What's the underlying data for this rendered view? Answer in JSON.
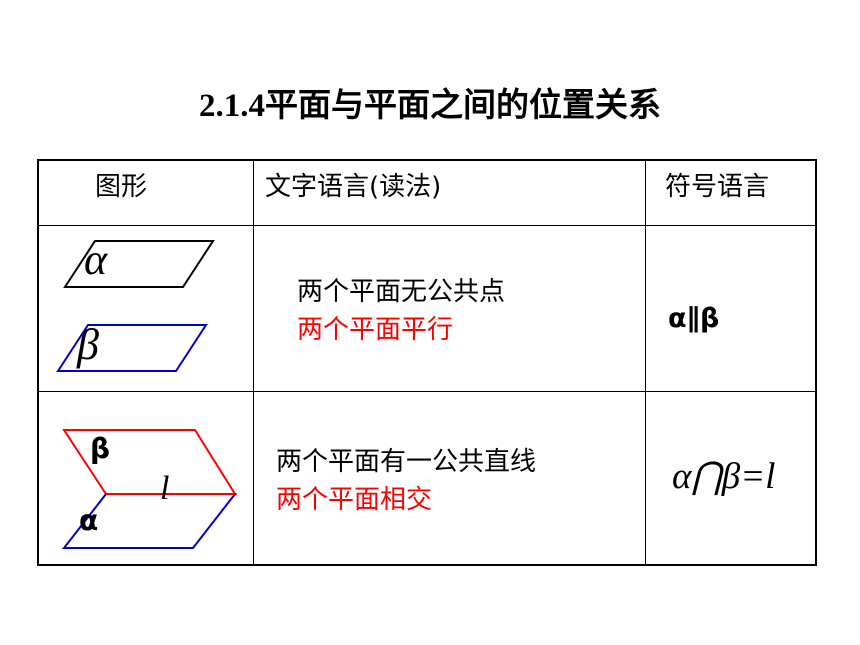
{
  "title": {
    "number": "2.1.4",
    "text": "平面与平面之间的位置关系"
  },
  "table": {
    "headers": [
      "图形",
      "文字语言(读法)",
      "符号语言"
    ],
    "rows": [
      {
        "figure_labels": [
          "α",
          "β"
        ],
        "description": "两个平面无公共点",
        "conclusion": "两个平面平行",
        "symbol": "α∥β"
      },
      {
        "figure_labels": [
          "β",
          "l",
          "α"
        ],
        "description": "两个平面有一公共直线",
        "conclusion": "两个平面相交",
        "symbol": "α⋂β=l"
      }
    ]
  },
  "colors": {
    "plane_black": "#000000",
    "plane_blue": "#0000cc",
    "plane_red": "#ff0000",
    "conclusion_text": "#ff0000"
  }
}
